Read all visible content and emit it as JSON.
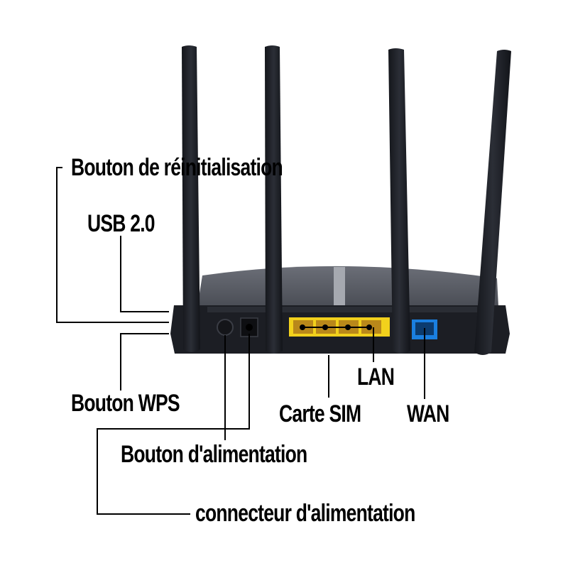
{
  "diagram": {
    "subject": "router-rear-panel",
    "colors": {
      "body": "#1e2026",
      "top_panel": "#5a5d66",
      "lan_port_block": "#f2d11c",
      "wan_port_block": "#1a7fe0",
      "leader_line": "#000000"
    },
    "labels": {
      "reset_button": "Bouton de réinitialisation",
      "usb": "USB 2.0",
      "wps_button": "Bouton WPS",
      "sim_card": "Carte SIM",
      "lan": "LAN",
      "wan": "WAN",
      "power_button": "Bouton d'alimentation",
      "power_connector": "connecteur d'alimentation"
    }
  }
}
